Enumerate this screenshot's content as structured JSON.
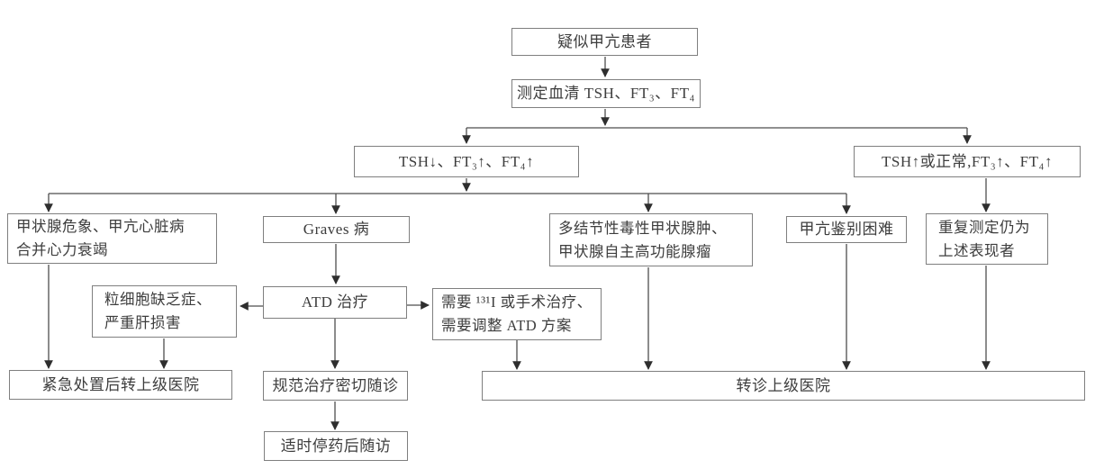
{
  "diagram": {
    "title_hint": "疑似甲亢患者诊治流程图",
    "colors": {
      "background": "#ffffff",
      "box_border": "#7f7f7f",
      "line": "#4d4d4d",
      "arrowhead": "#2e2e2e",
      "text": "#3d3d3d"
    },
    "nodes": {
      "suspect": {
        "label": "疑似甲亢患者"
      },
      "measure": {
        "label": "测定血清 TSH、FT₃、FT₄"
      },
      "tsh_low": {
        "label": "TSH↓、FT₃↑、FT₄↑"
      },
      "tsh_high": {
        "label": "TSH↑或正常,FT₃↑、FT₄↑"
      },
      "crisis": {
        "line1": "甲状腺危象、甲亢心脏病",
        "line2": "合并心力衰竭"
      },
      "graves": {
        "label": "Graves 病"
      },
      "multinodular": {
        "line1": "多结节性毒性甲状腺肿、",
        "line2": "甲状腺自主高功能腺瘤"
      },
      "difficult": {
        "label": "甲亢鉴别困难"
      },
      "repeat": {
        "line1": "重复测定仍为",
        "line2": "上述表现者"
      },
      "agranulocytosis": {
        "line1": "粒细胞缺乏症、",
        "line2": "严重肝损害"
      },
      "atd": {
        "label": "ATD 治疗"
      },
      "need_treatment": {
        "line1": "需要 ¹³¹I 或手术治疗、",
        "line2": "需要调整 ATD 方案"
      },
      "emergency": {
        "label": "紧急处置后转上级医院"
      },
      "standard": {
        "label": "规范治疗密切随诊"
      },
      "refer": {
        "label": "转诊上级医院"
      },
      "stop_med": {
        "label": "适时停药后随访"
      }
    }
  }
}
